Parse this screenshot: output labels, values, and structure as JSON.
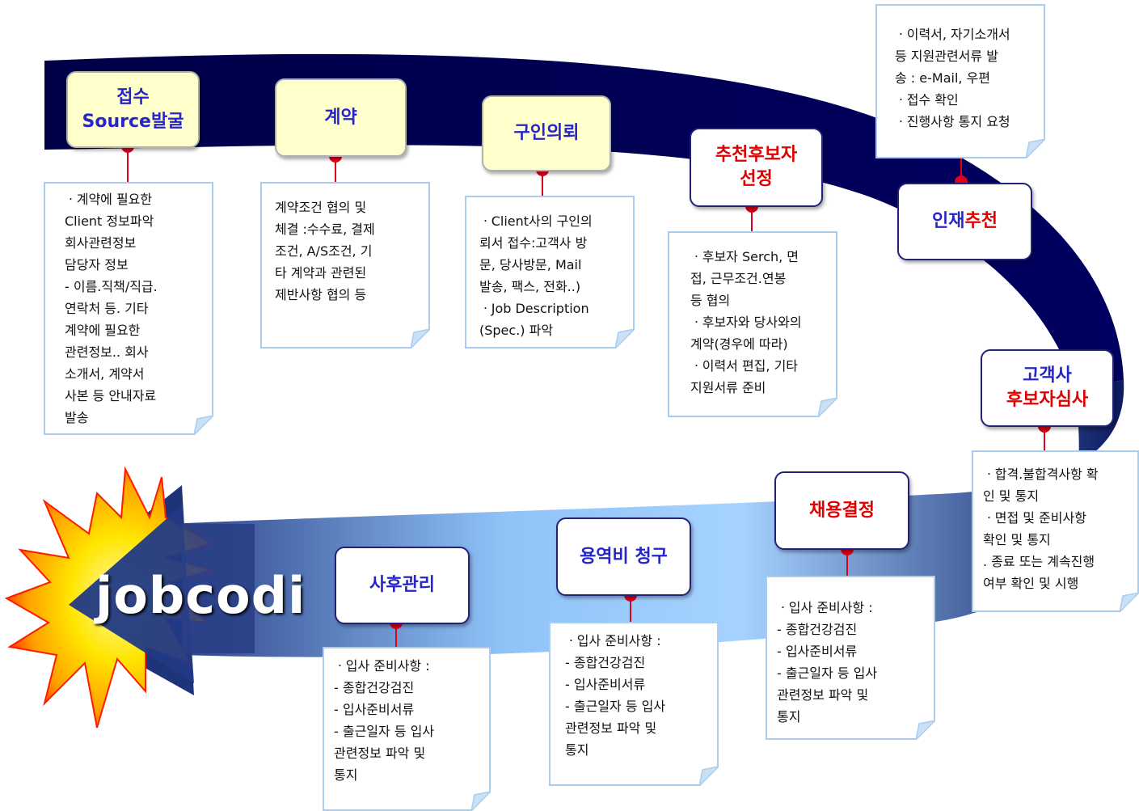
{
  "logo": {
    "text": "jobcodi"
  },
  "stages": {
    "s1": {
      "line1": "접수",
      "line2": "Source발굴"
    },
    "s2": {
      "line1": "계약"
    },
    "s3": {
      "line1": "구인의뢰"
    },
    "s4": {
      "line1": "추천후보자",
      "line2": "선정"
    },
    "s5": {
      "part1": "인재",
      "part2": "추천"
    },
    "s6": {
      "line1": "고객사",
      "line2": "후보자심사"
    },
    "s7": {
      "line1": "채용결정"
    },
    "s8": {
      "line1": "용역비 청구"
    },
    "s9": {
      "line1": "사후관리"
    }
  },
  "notes": {
    "n1": [
      "ㆍ계약에 필요한",
      "  Client 정보파악",
      "  회사관련정보",
      "  담당자 정보",
      " - 이름.직책/직급.",
      "   연락처 등. 기타",
      "   계약에 필요한",
      "   관련정보.. 회사",
      "   소개서, 계약서",
      "   사본 등 안내자료",
      "   발송"
    ],
    "n2": [
      "계약조건 협의 및",
      "체결 :수수료, 결제",
      "조건, A/S조건, 기",
      "타 계약과 관련된",
      "제반사항 협의 등"
    ],
    "n3": [
      "ㆍClient사의 구인의",
      "  뢰서 접수:고객사 방",
      "  문, 당사방문, Mail",
      "  발송, 팩스, 전화..)",
      "ㆍJob Description",
      "  (Spec.) 파악"
    ],
    "n4": [
      "ㆍ후보자 Serch, 면",
      "   접, 근무조건.연봉",
      "   등 협의",
      "ㆍ후보자와 당사와의",
      "   계약(경우에 따라)",
      "ㆍ이력서 편집, 기타",
      "   지원서류 준비"
    ],
    "n5": [
      "ㆍ이력서, 자기소개서",
      "  등 지원관련서류 발",
      "  송  : e-Mail, 우편",
      "ㆍ접수 확인",
      "ㆍ진행사항 통지 요청"
    ],
    "n6": [
      "ㆍ합격.불합격사항 확",
      "   인 및  통지",
      "ㆍ면접 및 준비사항",
      "   확인 및 통지",
      " . 종료 또는 계속진행",
      "   여부 확인 및 시행"
    ],
    "n7": [
      "ㆍ입사 준비사항 :",
      "   - 종합건강검진",
      "   - 입사준비서류",
      "   - 출근일자 등 입사",
      "     관련정보 파악 및",
      "     통지"
    ],
    "n8": [
      "ㆍ입사 준비사항 :",
      "   - 종합건강검진",
      "   - 입사준비서류",
      "   - 출근일자 등 입사",
      "     관련정보 파악 및",
      "     통지"
    ],
    "n9": [
      "ㆍ입사 준비사항 :",
      "   - 종합건강검진",
      "   - 입사준비서류",
      "   - 출근일자 등 입사",
      "     관련정보 파악 및",
      "     통지"
    ]
  },
  "colors": {
    "band_dark": "#000055",
    "band_light": "#9fd0ff",
    "stage_text": "#2626c8",
    "accent_red": "#e00000",
    "connector": "#e0001a",
    "note_border": "#a9cdee",
    "burst_outer": "#ff1a00",
    "burst_inner": "#ffe600"
  }
}
